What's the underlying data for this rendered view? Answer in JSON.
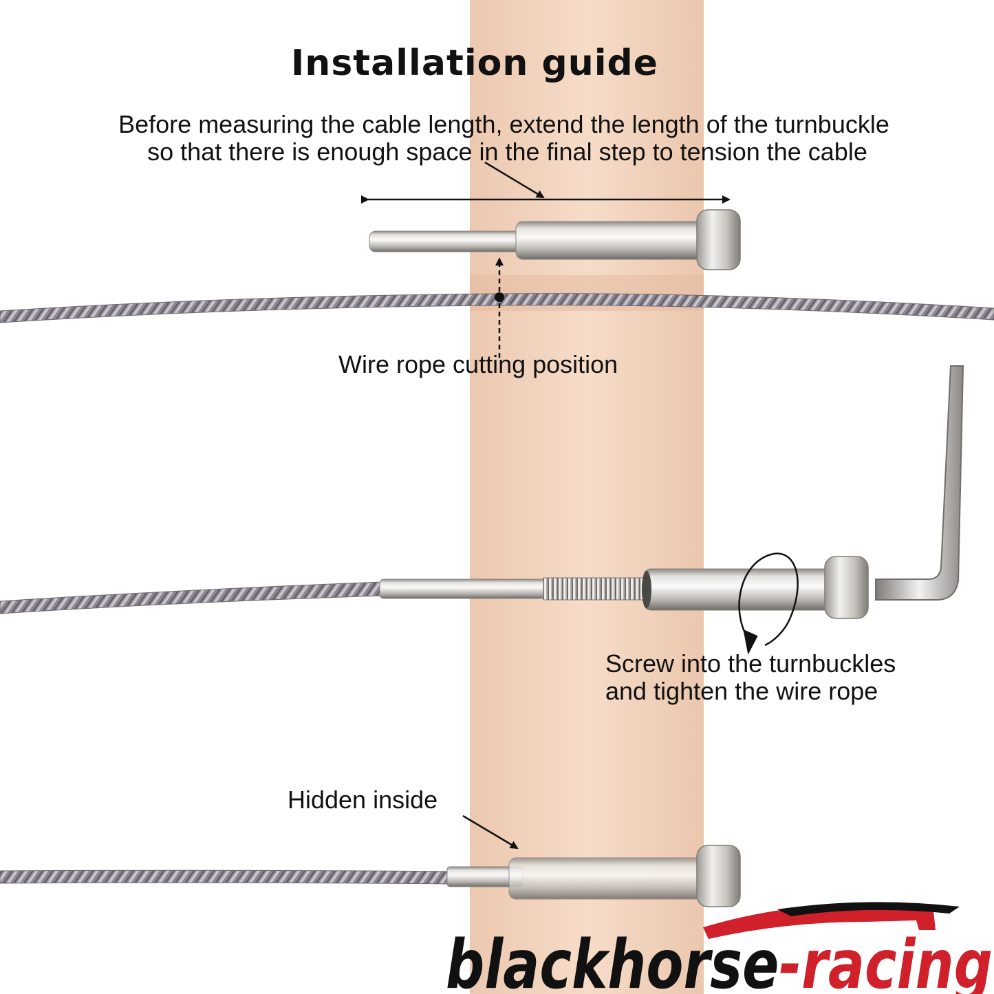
{
  "title": "Installation guide",
  "instruction": {
    "line1": "Before measuring the cable length, extend the length of the turnbuckle",
    "line2": "so that there is enough space in the final step to tension the cable"
  },
  "labels": {
    "cutting_position": "Wire rope cutting position",
    "screw_line1": "Screw into the turnbuckles",
    "screw_line2": "and tighten the wire rope",
    "hidden_inside": "Hidden inside"
  },
  "brand": {
    "part1": "blackhorse",
    "part2": "-racing",
    "color_dark": "#111111",
    "color_red": "#d0202a"
  },
  "colors": {
    "post": "#f2d3bd",
    "cable": "#8a8590",
    "metal": "#c9c6c2",
    "arrow": "#111111"
  }
}
